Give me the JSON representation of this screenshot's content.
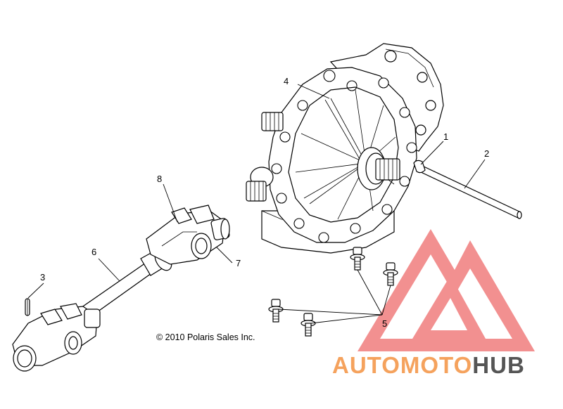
{
  "callouts": [
    {
      "id": "c1",
      "label": "1"
    },
    {
      "id": "c2",
      "label": "2"
    },
    {
      "id": "c3",
      "label": "3"
    },
    {
      "id": "c4",
      "label": "4"
    },
    {
      "id": "c5",
      "label": "5"
    },
    {
      "id": "c6",
      "label": "6"
    },
    {
      "id": "c7",
      "label": "7"
    },
    {
      "id": "c8",
      "label": "8"
    }
  ],
  "copyright": "© 2010 Polaris Sales Inc.",
  "watermark": {
    "part1": "AUTOMOTO",
    "part2": "HUB",
    "color1": "#f5a25d",
    "color2": "#555555",
    "logo_color": "#f07d7d"
  }
}
